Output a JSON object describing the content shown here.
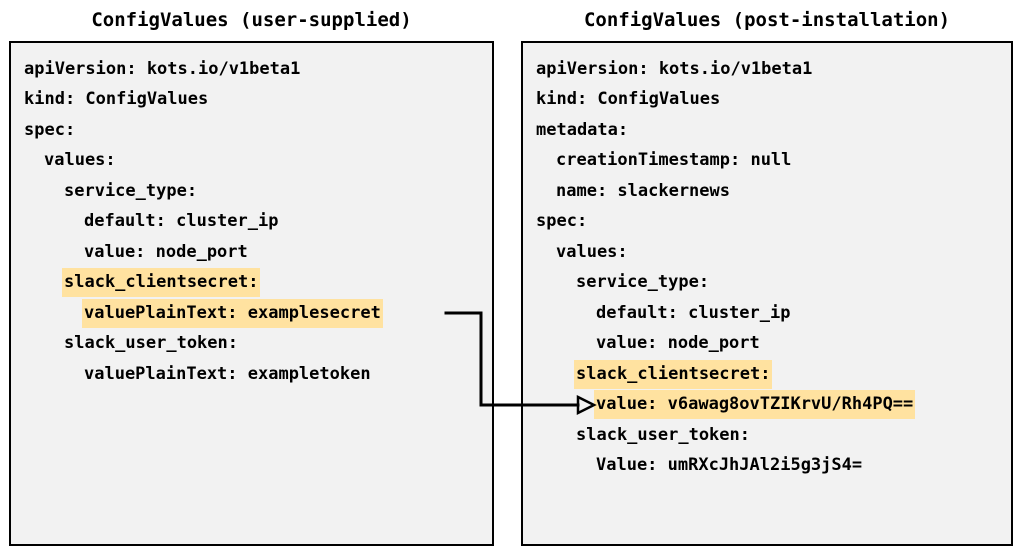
{
  "panels": {
    "left": {
      "title": "ConfigValues (user-supplied)",
      "lines": [
        {
          "text": "apiVersion: kots.io/v1beta1",
          "indent": 0,
          "highlight": false
        },
        {
          "text": "kind: ConfigValues",
          "indent": 0,
          "highlight": false
        },
        {
          "text": "spec:",
          "indent": 0,
          "highlight": false
        },
        {
          "text": "values:",
          "indent": 1,
          "highlight": false
        },
        {
          "text": "service_type:",
          "indent": 2,
          "highlight": false
        },
        {
          "text": "default: cluster_ip",
          "indent": 3,
          "highlight": false
        },
        {
          "text": "value: node_port",
          "indent": 3,
          "highlight": false
        },
        {
          "text": "slack_clientsecret:",
          "indent": 2,
          "highlight": true
        },
        {
          "text": "valuePlainText: examplesecret",
          "indent": 3,
          "highlight": true
        },
        {
          "text": "slack_user_token:",
          "indent": 2,
          "highlight": false
        },
        {
          "text": "valuePlainText: exampletoken",
          "indent": 3,
          "highlight": false
        }
      ]
    },
    "right": {
      "title": "ConfigValues (post-installation)",
      "lines": [
        {
          "text": "apiVersion: kots.io/v1beta1",
          "indent": 0,
          "highlight": false
        },
        {
          "text": "kind: ConfigValues",
          "indent": 0,
          "highlight": false
        },
        {
          "text": "metadata:",
          "indent": 0,
          "highlight": false
        },
        {
          "text": "creationTimestamp: null",
          "indent": 1,
          "highlight": false
        },
        {
          "text": "name: slackernews",
          "indent": 1,
          "highlight": false
        },
        {
          "text": "spec:",
          "indent": 0,
          "highlight": false
        },
        {
          "text": "values:",
          "indent": 1,
          "highlight": false
        },
        {
          "text": "service_type:",
          "indent": 2,
          "highlight": false
        },
        {
          "text": "default: cluster_ip",
          "indent": 3,
          "highlight": false
        },
        {
          "text": "value: node_port",
          "indent": 3,
          "highlight": false
        },
        {
          "text": "slack_clientsecret:",
          "indent": 2,
          "highlight": true
        },
        {
          "text": "value: v6awag8ovTZIKrvU/Rh4PQ==",
          "indent": 3,
          "highlight": true
        },
        {
          "text": "slack_user_token:",
          "indent": 2,
          "highlight": false
        },
        {
          "text": "Value: umRXcJhJAl2i5g3jS4=",
          "indent": 3,
          "highlight": false
        }
      ]
    }
  },
  "connector": {
    "label": "transform-arrow",
    "color": "#000000",
    "from_line": "valuePlainText: examplesecret",
    "to_line": "value: v6awag8ovTZIKrvU/Rh4PQ=="
  },
  "colors": {
    "panel_background": "#f2f2f2",
    "panel_border": "#000000",
    "highlight": "#ffe2a0",
    "text": "#000000",
    "page_background": "#ffffff"
  }
}
